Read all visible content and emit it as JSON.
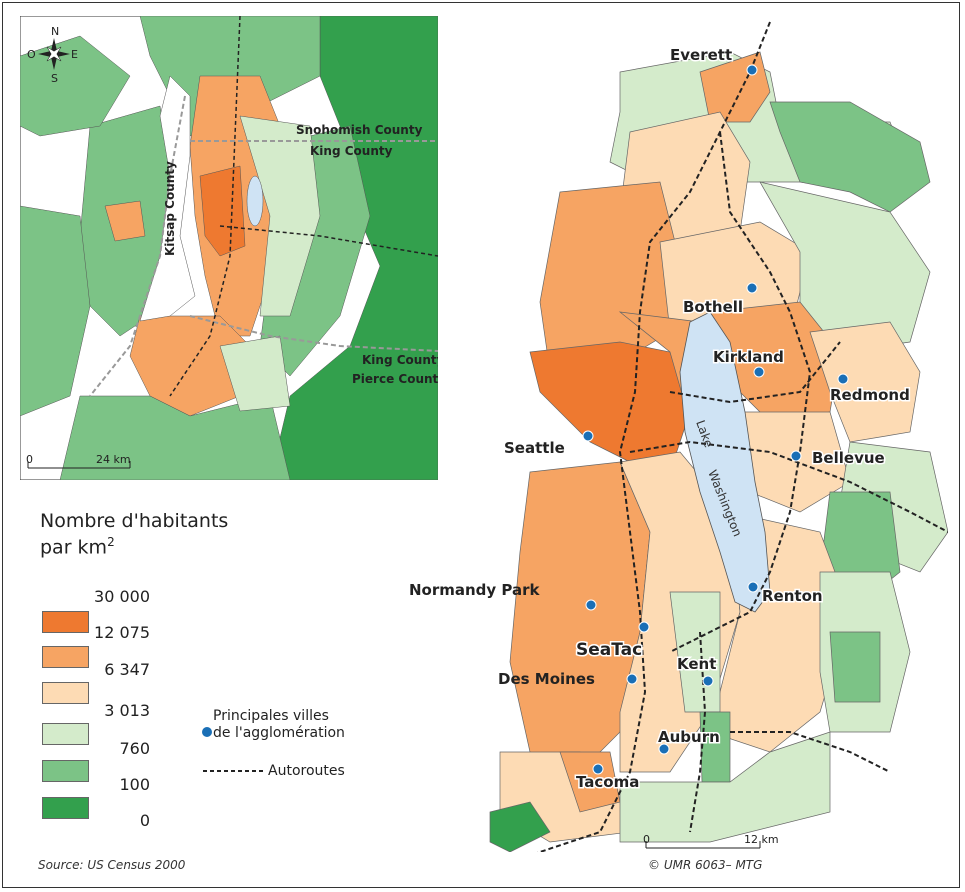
{
  "colors": {
    "class_30000_12075": "#ee7930",
    "class_12075_6347": "#f6a463",
    "class_6347_3013": "#fddbb4",
    "class_3013_760": "#d4ebcb",
    "class_760_100": "#7cc386",
    "class_100_0": "#33a04d",
    "water": "#cfe3f4",
    "city_dot": "#1a6fb6",
    "highway": "#222222"
  },
  "inset": {
    "compass": {
      "n": "N",
      "s": "S",
      "e": "E",
      "o": "O"
    },
    "county_labels": [
      {
        "name": "Snohomish County"
      },
      {
        "name": "King County"
      },
      {
        "name": "Kitsap County"
      },
      {
        "name": "King County"
      },
      {
        "name": "Pierce County"
      }
    ],
    "scale": {
      "zero": "0",
      "distance": "24 km"
    }
  },
  "legend": {
    "title_line1": "Nombre d'habitants",
    "title_line2": "par km",
    "title_sup": "2",
    "breaks": [
      "30 000",
      "12 075",
      "6 347",
      "3 013",
      "760",
      "100",
      "0"
    ],
    "cities_label_line1": "Principales villes",
    "cities_label_line2": "de l'agglomération",
    "highways_label": "Autoroutes"
  },
  "cities": [
    {
      "name": "Everett"
    },
    {
      "name": "Bothell"
    },
    {
      "name": "Kirkland"
    },
    {
      "name": "Redmond"
    },
    {
      "name": "Seattle"
    },
    {
      "name": "Bellevue"
    },
    {
      "name": "Normandy Park"
    },
    {
      "name": "Renton"
    },
    {
      "name": "SeaTac"
    },
    {
      "name": "Kent"
    },
    {
      "name": "Des Moines"
    },
    {
      "name": "Auburn"
    },
    {
      "name": "Tacoma"
    }
  ],
  "lake_label": {
    "line1": "Lake",
    "line2": "Washington"
  },
  "main_scale": {
    "zero": "0",
    "distance": "12 km"
  },
  "source": "Source: US Census 2000",
  "credit": "© UMR 6063– MTG"
}
